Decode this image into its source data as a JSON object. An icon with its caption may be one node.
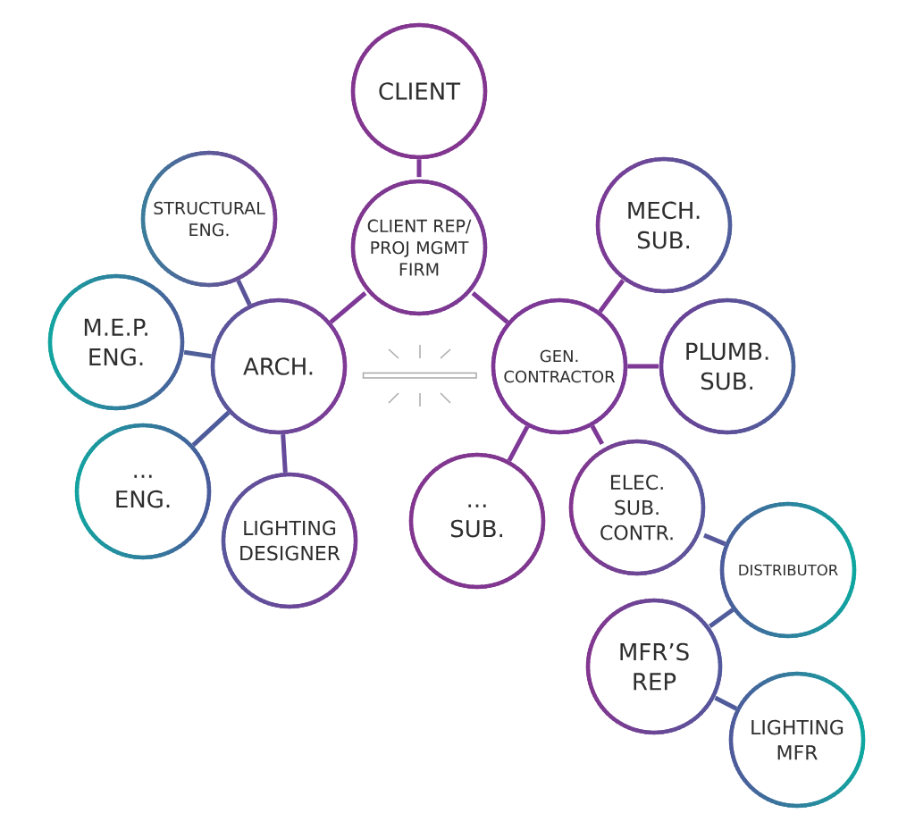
{
  "diagram": {
    "nodes": [
      {
        "text": [
          "CLIENT"
        ]
      },
      {
        "text": [
          "CLIENT REP/ PROJ MGMT FIRM"
        ]
      },
      {
        "text": [
          "STRUCTURAL ENG."
        ]
      },
      {
        "text": [
          "MECH. SUB."
        ]
      },
      {
        "text": [
          "M.E.P. ENG."
        ]
      },
      {
        "text": [
          "ARCH."
        ]
      },
      {
        "text": [
          "GEN. CONTRACTOR"
        ]
      },
      {
        "text": [
          "PLUMB. SUB."
        ]
      },
      {
        "text": [
          "... ENG."
        ]
      },
      {
        "text": [
          "... SUB."
        ]
      },
      {
        "text": [
          "ELEC. SUB. CONTR."
        ]
      },
      {
        "text": [
          "LIGHTING DESIGNER"
        ]
      },
      {
        "text": [
          "DISTRIBUTOR"
        ]
      },
      {
        "text": [
          "MFR’S REP"
        ]
      },
      {
        "text": [
          "LIGHTING MFR"
        ]
      }
    ],
    "edges": [
      {
        "from": 0,
        "to": 1,
        "arrow": "none"
      },
      {
        "from": 1,
        "to": 5,
        "arrow": "none"
      },
      {
        "from": 1,
        "to": 6,
        "arrow": "none"
      },
      {
        "from": 5,
        "to": 2,
        "arrow": "none",
        "color": "#5a5599"
      },
      {
        "from": 5,
        "to": 4,
        "arrow": "none",
        "color": "#4f6099"
      },
      {
        "from": 5,
        "to": 8,
        "arrow": "none",
        "color": "#4e5b9b"
      },
      {
        "from": 5,
        "to": 11,
        "arrow": "none",
        "color": "#65499a"
      },
      {
        "from": 6,
        "to": 3,
        "arrow": "none"
      },
      {
        "from": 6,
        "to": 7,
        "arrow": "none"
      },
      {
        "from": 6,
        "to": 9,
        "arrow": "none"
      },
      {
        "from": 6,
        "to": 10,
        "arrow": "none"
      },
      {
        "from": 10,
        "to": 12,
        "arrow": "none",
        "color": "#57599c"
      },
      {
        "from": 12,
        "to": 13,
        "arrow": "none",
        "color": "#4f5b9a"
      },
      {
        "from": 13,
        "to": 14,
        "arrow": "none",
        "color": "#4f5b9a"
      }
    ]
  }
}
